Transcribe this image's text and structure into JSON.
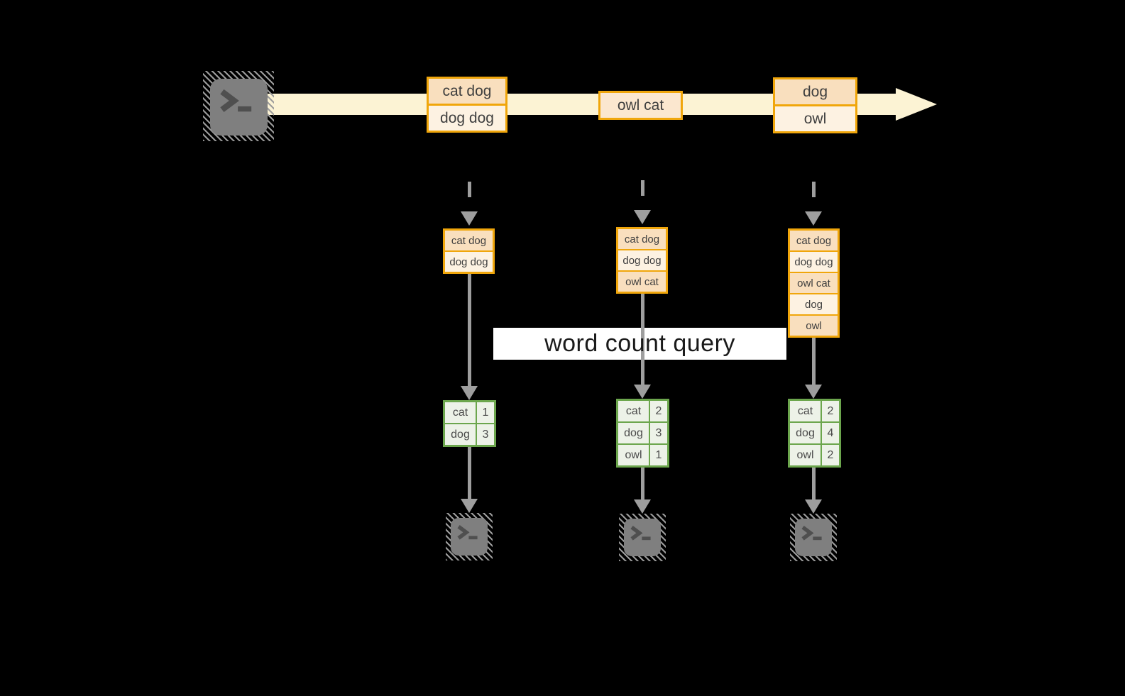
{
  "query_label": "word count query",
  "terminal_prompt_glyph": ">_",
  "stream_records": [
    {
      "rows": [
        "cat dog",
        "dog dog"
      ]
    },
    {
      "rows": [
        "owl cat"
      ]
    },
    {
      "rows": [
        "dog",
        "owl"
      ]
    }
  ],
  "buffers": [
    {
      "rows": [
        "cat dog",
        "dog dog"
      ]
    },
    {
      "rows": [
        "cat dog",
        "dog dog",
        "owl cat"
      ]
    },
    {
      "rows": [
        "cat dog",
        "dog dog",
        "owl cat",
        "dog",
        "owl"
      ]
    }
  ],
  "counts": [
    {
      "rows": [
        {
          "word": "cat",
          "count": "1"
        },
        {
          "word": "dog",
          "count": "3"
        }
      ]
    },
    {
      "rows": [
        {
          "word": "cat",
          "count": "2"
        },
        {
          "word": "dog",
          "count": "3"
        },
        {
          "word": "owl",
          "count": "1"
        }
      ]
    },
    {
      "rows": [
        {
          "word": "cat",
          "count": "2"
        },
        {
          "word": "dog",
          "count": "4"
        },
        {
          "word": "owl",
          "count": "2"
        }
      ]
    }
  ],
  "colors": {
    "background": "#000000",
    "stream_band": "#FCF3D4",
    "record_border": "#F0A60B",
    "record_fill_dark": "#F9DFBE",
    "record_fill_light": "#FDF2E2",
    "table_border": "#6CA64D",
    "table_fill": "#EDF2E8",
    "arrow_gray": "#9E9E9E",
    "terminal_gray": "#7F7F7F",
    "label_bg": "#FFFFFF"
  }
}
